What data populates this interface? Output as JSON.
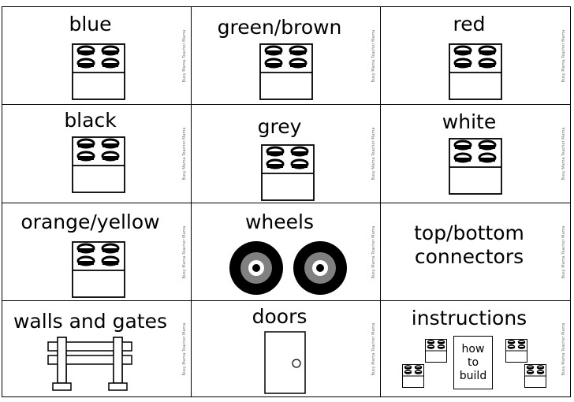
{
  "cards": [
    {
      "label": "blue",
      "icon": "lego-brick-icon"
    },
    {
      "label": "green/brown",
      "icon": "lego-brick-icon"
    },
    {
      "label": "red",
      "icon": "lego-brick-icon"
    },
    {
      "label": "black",
      "icon": "lego-brick-icon"
    },
    {
      "label": "grey",
      "icon": "lego-brick-icon"
    },
    {
      "label": "white",
      "icon": "lego-brick-icon"
    },
    {
      "label": "orange/yellow",
      "icon": "lego-brick-icon"
    },
    {
      "label": "wheels",
      "icon": "wheel-icon"
    },
    {
      "label": "top/bottom",
      "label2": "connectors"
    },
    {
      "label": "walls and gates",
      "icon": "fence-icon"
    },
    {
      "label": "doors",
      "icon": "door-icon"
    },
    {
      "label": "instructions",
      "icon": "instructions-icon",
      "how_to_build": [
        "how",
        "to",
        "build"
      ]
    }
  ],
  "credit": "Busy Mama Teacher Mama",
  "colors": {
    "line": "#000000",
    "wheel_ring": "#808080",
    "background": "#ffffff"
  }
}
